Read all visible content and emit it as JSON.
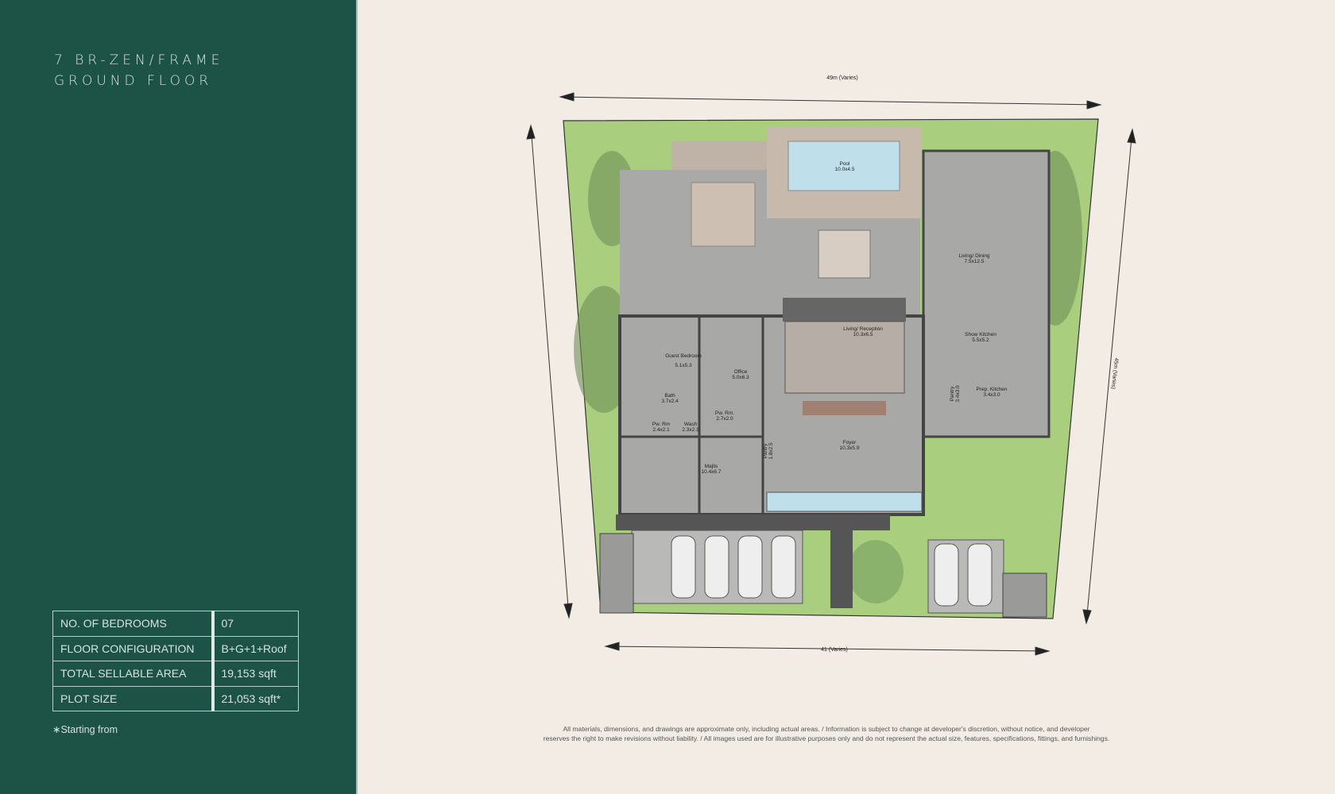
{
  "header": {
    "title_line1": "7 BR-ZEN/FRAME",
    "title_line2": "GROUND FLOOR"
  },
  "specs": [
    {
      "label": "NO. OF BEDROOMS",
      "value": "07"
    },
    {
      "label": "FLOOR CONFIGURATION",
      "value": "B+G+1+Roof"
    },
    {
      "label": "TOTAL SELLABLE AREA",
      "value": "19,153 sqft"
    },
    {
      "label": "PLOT SIZE",
      "value": "21,053 sqft*"
    }
  ],
  "footnote": "∗Starting from",
  "disclaimer": {
    "line1": "All materials, dimensions, and drawings are approximate only, including actual areas. / Information is subject to change at developer's discretion, without notice, and developer",
    "line2": "reserves the right to make revisions without liability. / All images used are for illustrative purposes only and do not represent the actual size, features, specifications, fittings, and furnishings."
  },
  "plan": {
    "dimensions": {
      "top": "49m (Varies)",
      "right": "45m (Varies)",
      "bottom": "41 (Varies)"
    },
    "rooms": [
      {
        "name": "Pool",
        "size": "10.0x4.5"
      },
      {
        "name": "Living/ Dining",
        "size": "7.5x12.5"
      },
      {
        "name": "Living/ Reception",
        "size": "10.3x6.5"
      },
      {
        "name": "Show Kitchen",
        "size": "5.5x5.2"
      },
      {
        "name": "Prep. Kitchen",
        "size": "3.4x3.0"
      },
      {
        "name": "Pantry",
        "size": "3.4x3.0"
      },
      {
        "name": "Guest Bedroom",
        "size": "5.1x5.3"
      },
      {
        "name": "Office",
        "size": "5.0x6.3"
      },
      {
        "name": "Bath",
        "size": "3.7x2.4"
      },
      {
        "name": "Pw. Rm",
        "size": "2.4x2.1"
      },
      {
        "name": "Wash",
        "size": "2.3x2.1"
      },
      {
        "name": "Pw. Rm.",
        "size": "2.7x2.0"
      },
      {
        "name": "Majlis",
        "size": "10.4x6.7"
      },
      {
        "name": "Pantry",
        "size": "1.8x2.5"
      },
      {
        "name": "Foyer",
        "size": "10.3x5.9"
      }
    ],
    "colors": {
      "panel": "#1d5246",
      "background": "#f2ece5",
      "lawn": "#a9cf7e",
      "floor": "#a8a8a6",
      "pool": "#bfe0ea",
      "wall": "#4a4a4a"
    }
  }
}
